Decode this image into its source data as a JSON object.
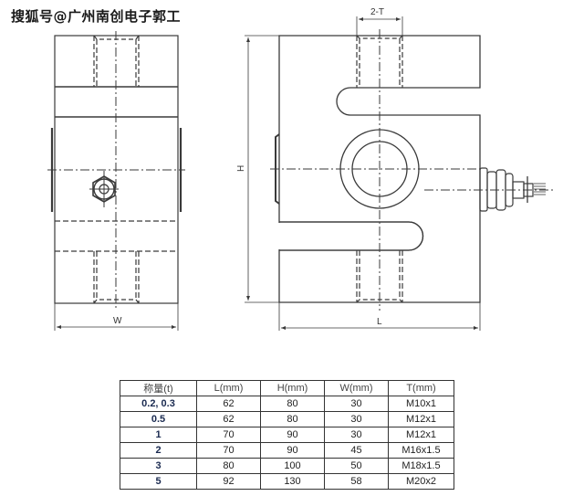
{
  "watermark": "搜狐号@广州南创电子郭工",
  "drawing": {
    "front_view": {
      "dimension_label": "W"
    },
    "side_view": {
      "thread_label": "2-T",
      "height_label": "H",
      "length_label": "L"
    }
  },
  "spec_table": {
    "headers": [
      "称量(t)",
      "L(mm)",
      "H(mm)",
      "W(mm)",
      "T(mm)"
    ],
    "rows": [
      [
        "0.2, 0.3",
        "62",
        "80",
        "30",
        "M10x1"
      ],
      [
        "0.5",
        "62",
        "80",
        "30",
        "M12x1"
      ],
      [
        "1",
        "70",
        "90",
        "30",
        "M12x1"
      ],
      [
        "2",
        "70",
        "90",
        "45",
        "M16x1.5"
      ],
      [
        "3",
        "80",
        "100",
        "50",
        "M18x1.5"
      ],
      [
        "5",
        "92",
        "130",
        "58",
        "M20x2"
      ]
    ]
  }
}
